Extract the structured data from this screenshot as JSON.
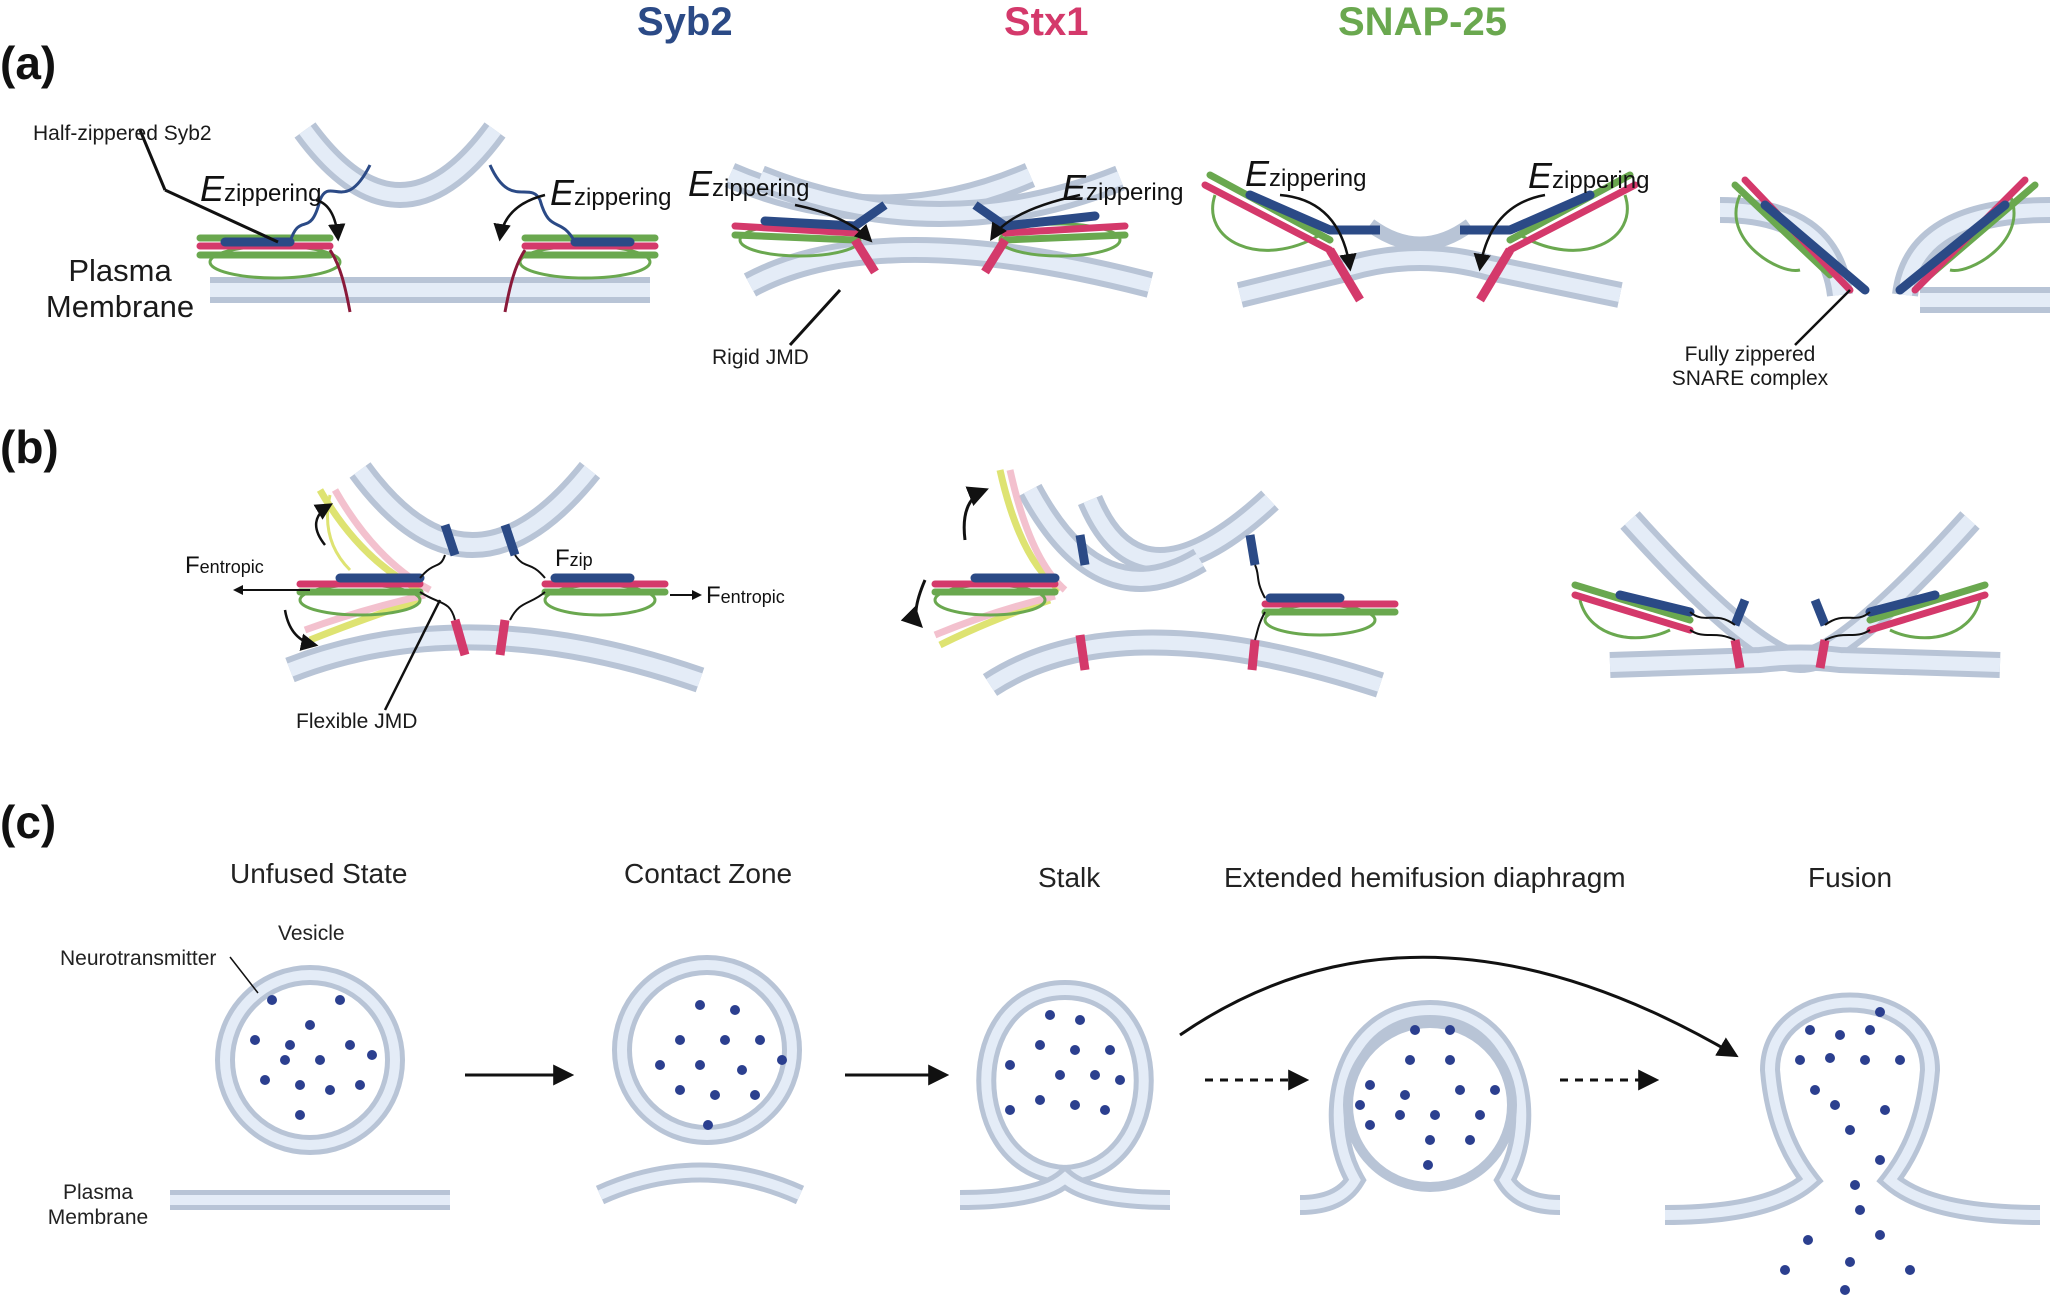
{
  "legend": {
    "syb2": {
      "label": "Syb2",
      "color": "#2b4a86"
    },
    "stx1": {
      "label": "Stx1",
      "color": "#d4396b"
    },
    "snap25": {
      "label": "SNAP-25",
      "color": "#6aa84f"
    }
  },
  "panels": {
    "a": "(a)",
    "b": "(b)",
    "c": "(c)"
  },
  "panel_a": {
    "half_zippered": "Half-zippered Syb2",
    "plasma_membrane_l1": "Plasma",
    "plasma_membrane_l2": "Membrane",
    "e_symbol": "E",
    "e_sub": "zippering",
    "rigid_jmd": "Rigid JMD",
    "fully_zippered_l1": "Fully zippered",
    "fully_zippered_l2": "SNARE complex"
  },
  "panel_b": {
    "f_symbol": "F",
    "f_entropic_sub": "entropic",
    "f_zip_sub": "zip",
    "flexible_jmd": "Flexible JMD"
  },
  "panel_c": {
    "stages": [
      "Unfused State",
      "Contact Zone",
      "Stalk",
      "Extended hemifusion diaphragm",
      "Fusion"
    ],
    "vesicle": "Vesicle",
    "neurotransmitter": "Neurotransmitter",
    "plasma_membrane_l1": "Plasma",
    "plasma_membrane_l2": "Membrane"
  },
  "colors": {
    "membrane_fill": "#e4ecf7",
    "membrane_stroke": "#b8c4d6",
    "dot": "#2b3f8f",
    "yellow_helix": "#d9df5a",
    "pink_helix": "#f1b7c6",
    "arrow": "#111111"
  }
}
